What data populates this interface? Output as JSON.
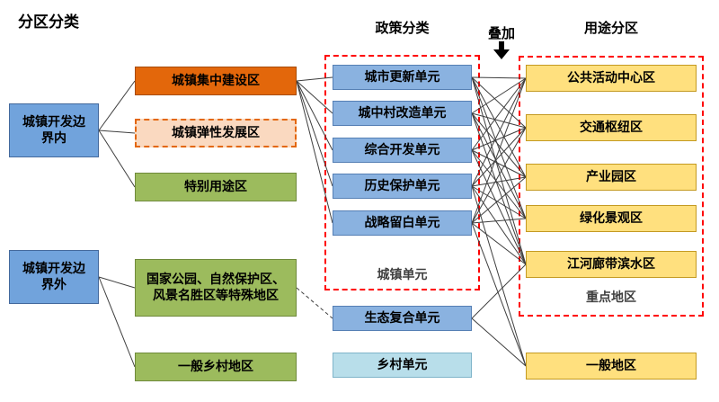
{
  "title": "分区分类",
  "headers": {
    "policy": "政策分类",
    "overlay": "叠加",
    "use": "用途分区"
  },
  "nodes": {
    "inside": "城镇开发边界内",
    "outside": "城镇开发边界外",
    "concentrated": "城镇集中建设区",
    "elastic": "城镇弹性发展区",
    "special_use": "特别用途区",
    "parks": "国家公园、自然保护区、风景名胜区等特殊地区",
    "rural_general": "一般乡村地区",
    "renewal": "城市更新单元",
    "village_redev": "城中村改造单元",
    "comprehensive": "综合开发单元",
    "historic": "历史保护单元",
    "strategic": "战略留白单元",
    "urban_unit_label": "城镇单元",
    "eco": "生态复合单元",
    "rural_unit": "乡村单元",
    "public_center": "公共活动中心区",
    "transport_hub": "交通枢纽区",
    "industrial": "产业园区",
    "green": "绿化景观区",
    "riverfront": "江河廊带滨水区",
    "key_area_label": "重点地区",
    "general_area": "一般地区"
  },
  "colors": {
    "left_blue": "#71A3DC",
    "policy_blue": "#8AB2E0",
    "orange": "#E3670B",
    "peach": "#FAD9C0",
    "green": "#9CBB5D",
    "yellow": "#FFE07E",
    "cyan": "#B8DEEA",
    "group_border_red": "#FF0000",
    "line": "#3f3f3f"
  },
  "connections": [
    {
      "from": "inside",
      "to": "concentrated"
    },
    {
      "from": "inside",
      "to": "elastic"
    },
    {
      "from": "inside",
      "to": "special_use"
    },
    {
      "from": "outside",
      "to": "parks"
    },
    {
      "from": "outside",
      "to": "rural_general"
    },
    {
      "from": "concentrated",
      "to": "renewal"
    },
    {
      "from": "concentrated",
      "to": "village_redev"
    },
    {
      "from": "concentrated",
      "to": "comprehensive"
    },
    {
      "from": "concentrated",
      "to": "historic"
    },
    {
      "from": "concentrated",
      "to": "strategic"
    },
    {
      "from": "parks",
      "to": "eco",
      "dashed": true
    },
    {
      "from": "renewal",
      "to": "public_center"
    },
    {
      "from": "renewal",
      "to": "transport_hub"
    },
    {
      "from": "renewal",
      "to": "industrial"
    },
    {
      "from": "renewal",
      "to": "green"
    },
    {
      "from": "renewal",
      "to": "riverfront"
    },
    {
      "from": "village_redev",
      "to": "public_center"
    },
    {
      "from": "village_redev",
      "to": "transport_hub"
    },
    {
      "from": "village_redev",
      "to": "industrial"
    },
    {
      "from": "village_redev",
      "to": "green"
    },
    {
      "from": "village_redev",
      "to": "riverfront"
    },
    {
      "from": "comprehensive",
      "to": "public_center"
    },
    {
      "from": "comprehensive",
      "to": "transport_hub"
    },
    {
      "from": "comprehensive",
      "to": "industrial"
    },
    {
      "from": "comprehensive",
      "to": "green"
    },
    {
      "from": "comprehensive",
      "to": "riverfront"
    },
    {
      "from": "historic",
      "to": "public_center"
    },
    {
      "from": "historic",
      "to": "transport_hub"
    },
    {
      "from": "historic",
      "to": "industrial"
    },
    {
      "from": "historic",
      "to": "green"
    },
    {
      "from": "historic",
      "to": "riverfront"
    },
    {
      "from": "strategic",
      "to": "public_center"
    },
    {
      "from": "strategic",
      "to": "transport_hub"
    },
    {
      "from": "strategic",
      "to": "industrial"
    },
    {
      "from": "strategic",
      "to": "green"
    },
    {
      "from": "strategic",
      "to": "riverfront"
    },
    {
      "from": "historic",
      "to": "general_area"
    },
    {
      "from": "strategic",
      "to": "general_area"
    },
    {
      "from": "eco",
      "to": "riverfront"
    },
    {
      "from": "eco",
      "to": "general_area"
    }
  ]
}
